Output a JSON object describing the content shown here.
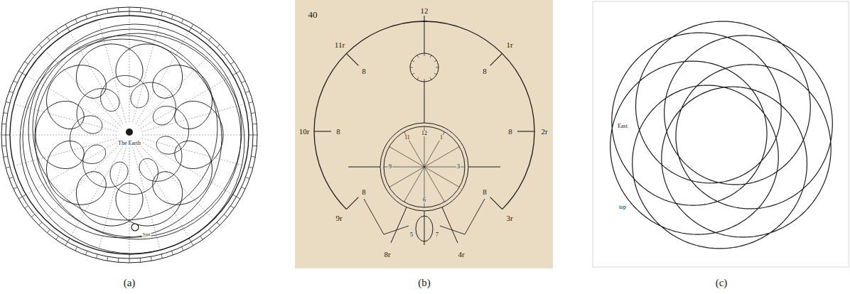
{
  "diagram": {
    "labels": [
      "(a)",
      "(b)",
      "(c)",
      "The Earth",
      "Sun",
      "40",
      "12",
      "11r",
      "1r",
      "10r",
      "2r",
      "9r",
      "3r",
      "8r",
      "4r",
      "8",
      "8",
      "8",
      "8",
      "8",
      "8",
      "12",
      "11",
      "1",
      "9",
      "3",
      "6",
      "5",
      "7",
      "East",
      "top"
    ]
  }
}
